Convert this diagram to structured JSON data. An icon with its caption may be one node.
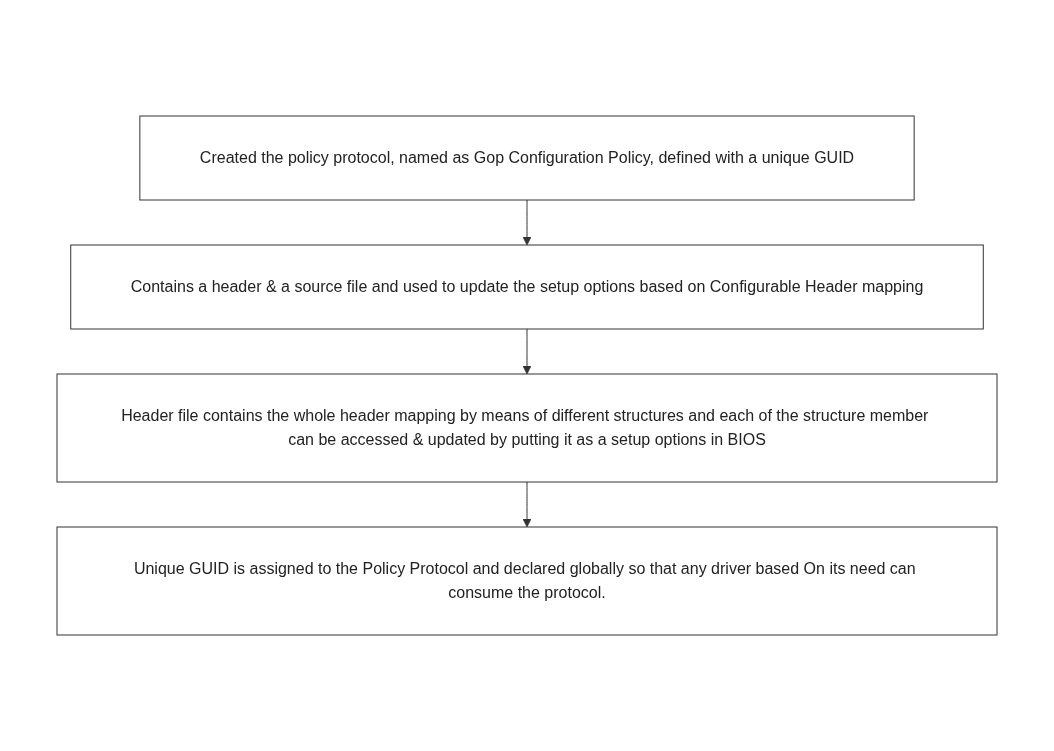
{
  "diagram": {
    "nodes": [
      {
        "text": [
          "Created the policy protocol, named as Gop Configuration Policy, defined with a unique GUID"
        ]
      },
      {
        "text": [
          "Contains a header & a source file and used to update the setup options based on Configurable Header mapping"
        ]
      },
      {
        "text": [
          "Header file contains the whole header mapping by means of different structures and each of the structure member can be accessed & updated by putting it as a setup options in BIOS"
        ]
      },
      {
        "text": [
          "Unique GUID is assigned to the Policy Protocol and declared globally so that any driver based On its need can consume the protocol."
        ]
      }
    ],
    "edges": [
      {
        "from": 0,
        "to": 1,
        "arrow": "to"
      },
      {
        "from": 1,
        "to": 2,
        "arrow": "to"
      },
      {
        "from": 2,
        "to": 3,
        "arrow": "to"
      }
    ]
  }
}
